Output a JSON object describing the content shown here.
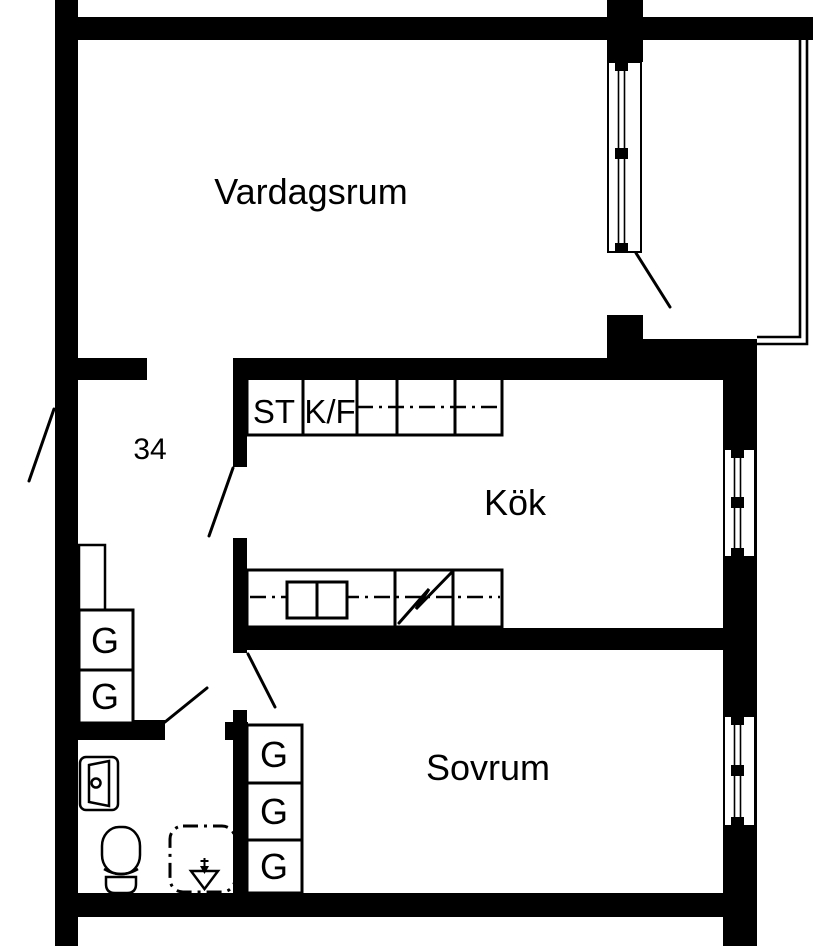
{
  "plan": {
    "rooms": {
      "living_room": "Vardagsrum",
      "kitchen": "Kök",
      "bedroom": "Sovrum"
    },
    "hall": {
      "apartment_number": "34"
    },
    "kitchen_fittings": {
      "tall_cabinet": "ST",
      "fridge_freezer": "K/F"
    },
    "closets": {
      "hall": [
        "G",
        "G"
      ],
      "bedroom": [
        "G",
        "G",
        "G"
      ]
    },
    "colors": {
      "ink": "#000000",
      "paper": "#ffffff"
    }
  }
}
